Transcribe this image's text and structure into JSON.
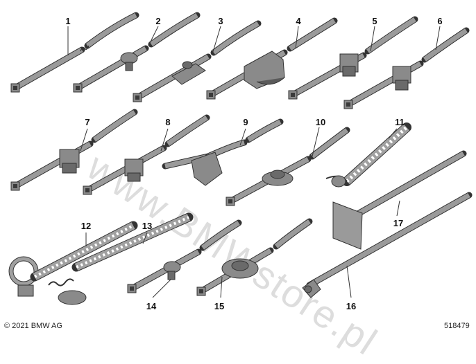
{
  "diagram": {
    "parts": [
      {
        "number": "1"
      },
      {
        "number": "2"
      },
      {
        "number": "3"
      },
      {
        "number": "4"
      },
      {
        "number": "5"
      },
      {
        "number": "6"
      },
      {
        "number": "7"
      },
      {
        "number": "8"
      },
      {
        "number": "9"
      },
      {
        "number": "10"
      },
      {
        "number": "11"
      },
      {
        "number": "12"
      },
      {
        "number": "13"
      },
      {
        "number": "14"
      },
      {
        "number": "15"
      },
      {
        "number": "16"
      },
      {
        "number": "17"
      }
    ]
  },
  "watermark": "www.BMWstore.pl",
  "footer": {
    "copyright": "© 2021 BMW AG",
    "diagram_id": "518479"
  }
}
